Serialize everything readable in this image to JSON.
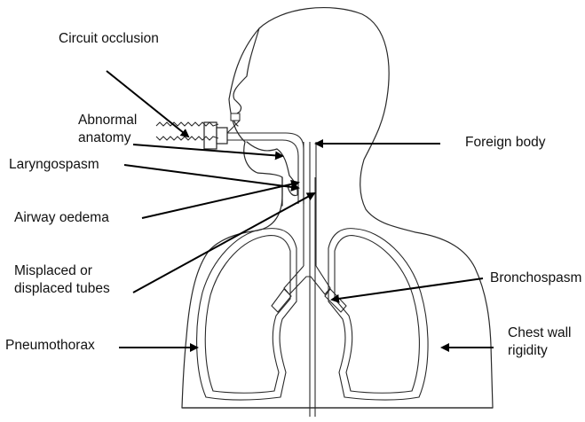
{
  "labels": {
    "circuit_occlusion": "Circuit occlusion",
    "abnormal_anatomy_line1": "Abnormal",
    "abnormal_anatomy_line2": "anatomy",
    "laryngospasm": "Laryngospasm",
    "airway_oedema": "Airway oedema",
    "misplaced_line1": "Misplaced or",
    "misplaced_line2": "displaced tubes",
    "pneumothorax": "Pneumothorax",
    "foreign_body": "Foreign body",
    "bronchospasm": "Bronchospasm",
    "chest_wall_line1": "Chest wall",
    "chest_wall_line2": "rigidity"
  }
}
